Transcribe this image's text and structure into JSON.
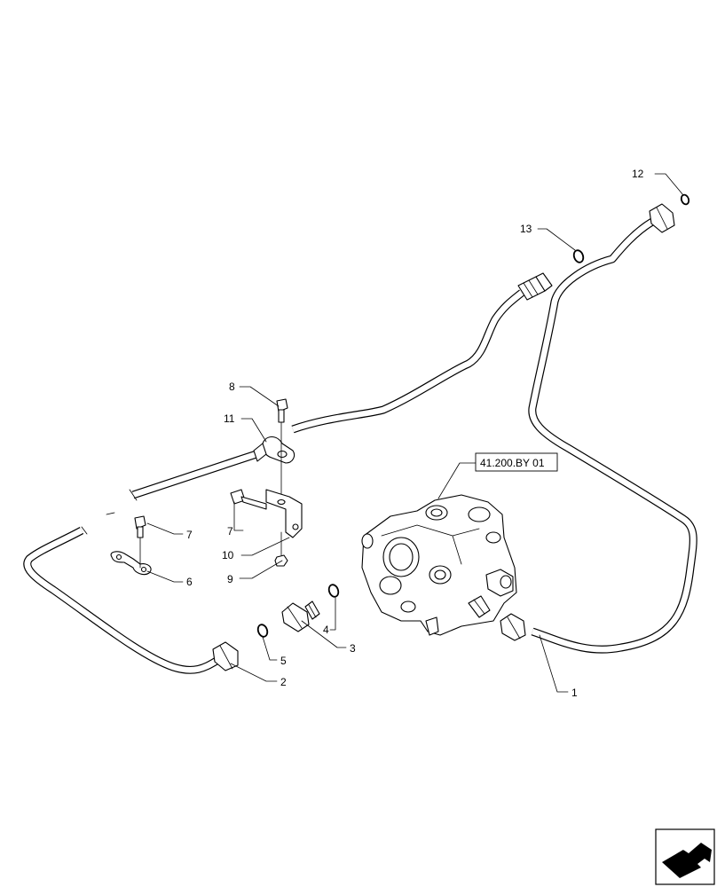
{
  "labels": {
    "p1": "1",
    "p2": "2",
    "p3": "3",
    "p4": "4",
    "p5": "5",
    "p6": "6",
    "p7a": "7",
    "p7b": "7",
    "p8": "8",
    "p9": "9",
    "p10": "10",
    "p11": "11",
    "p12": "12",
    "p13": "13"
  },
  "reference": "41.200.BY 01",
  "icons": [
    "next-page-arrow-icon"
  ]
}
